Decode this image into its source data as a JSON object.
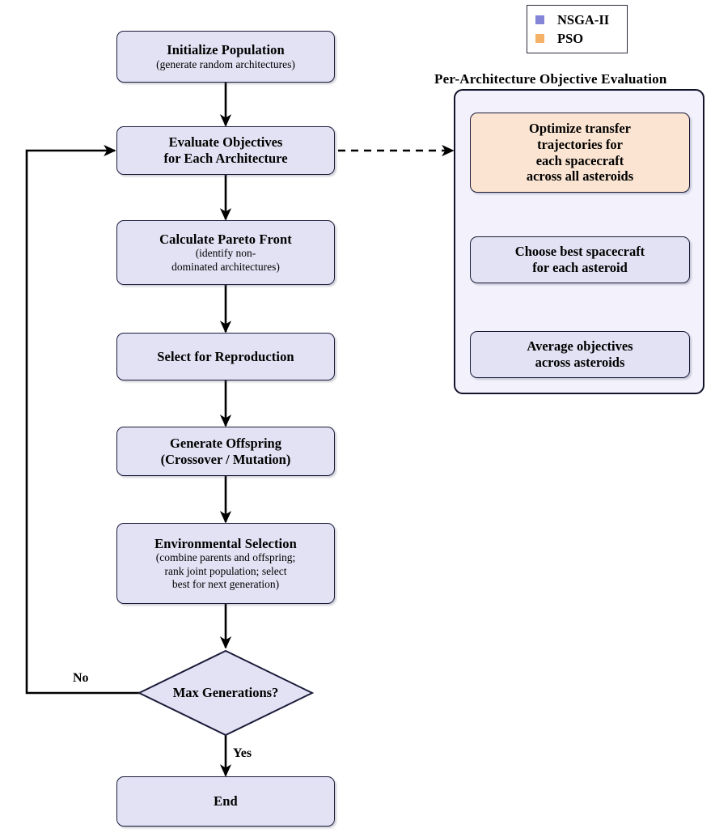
{
  "legend": {
    "items": [
      {
        "label": "NSGA-II",
        "color": "#8585d8"
      },
      {
        "label": "PSO",
        "color": "#f5b267"
      }
    ]
  },
  "panel": {
    "title": "Per-Architecture Objective Evaluation",
    "nodes": [
      {
        "name": "optimize-transfer-trajectories",
        "algorithm": "PSO",
        "color": "#fbe5d2",
        "lines": [
          "Optimize transfer",
          "trajectories for",
          "each spacecraft",
          "across all asteroids"
        ]
      },
      {
        "name": "choose-best-spacecraft",
        "algorithm": "NSGA-II",
        "color": "#e2e2f4",
        "lines": [
          "Choose best spacecraft",
          "for each asteroid"
        ]
      },
      {
        "name": "average-objectives",
        "algorithm": "NSGA-II",
        "color": "#e2e2f4",
        "lines": [
          "Average objectives",
          "across asteroids"
        ]
      }
    ]
  },
  "flow": {
    "initialize": {
      "title": "Initialize Population",
      "sub": "(generate random architectures)"
    },
    "evaluate": {
      "line1": "Evaluate Objectives",
      "line2": "for Each Architecture"
    },
    "pareto": {
      "title": "Calculate Pareto Front",
      "sub_line1": "(identify non-",
      "sub_line2": "dominated architectures)"
    },
    "select": {
      "title": "Select for Reproduction"
    },
    "offspring": {
      "line1": "Generate Offspring",
      "line2": "(Crossover / Mutation)"
    },
    "environmental": {
      "title": "Environmental Selection",
      "sub_line1": "(combine parents and offspring;",
      "sub_line2": "rank joint population; select",
      "sub_line3": "best for next generation)"
    },
    "decision": {
      "label": "Max Generations?",
      "no_label": "No",
      "yes_label": "Yes"
    },
    "end": {
      "title": "End"
    }
  },
  "colors": {
    "nsga2_fill": "#e2e2f4",
    "pso_fill": "#fbe5d2",
    "node_border": "#1b1b3a",
    "panel_fill": "#f3f2fc",
    "edge": "#000000"
  }
}
